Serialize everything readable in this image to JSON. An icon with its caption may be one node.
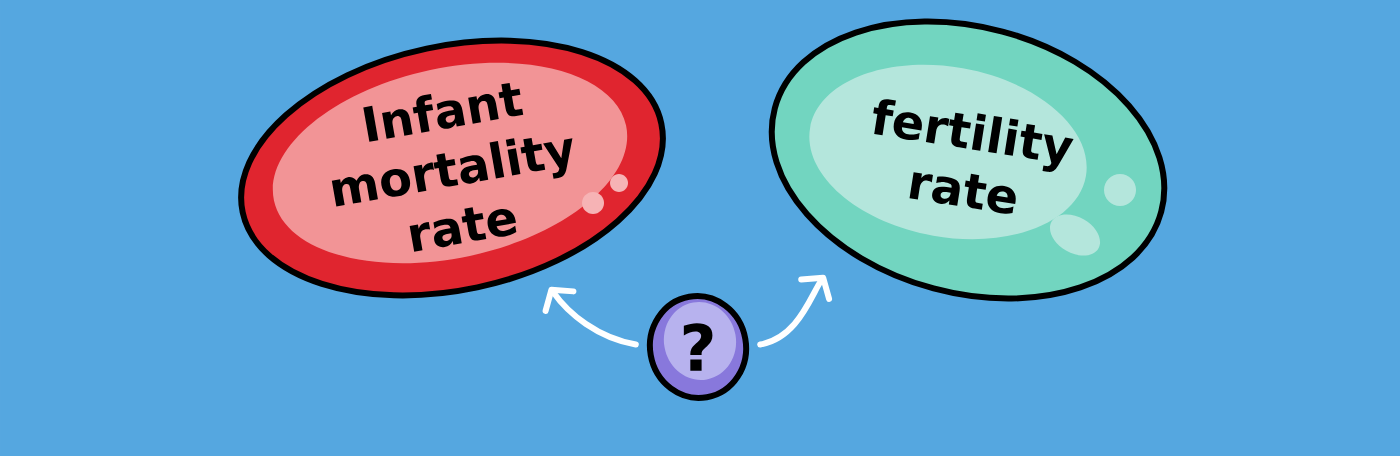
{
  "diagram": {
    "nodes": [
      {
        "text": [
          "Infant mortality rate"
        ]
      },
      {
        "text": [
          "fertility rate"
        ]
      },
      {
        "text": [
          "?"
        ]
      }
    ],
    "edges": [
      {
        "from": 2,
        "to": 0,
        "arrow": "to"
      },
      {
        "from": 2,
        "to": 1,
        "arrow": "to"
      }
    ]
  }
}
